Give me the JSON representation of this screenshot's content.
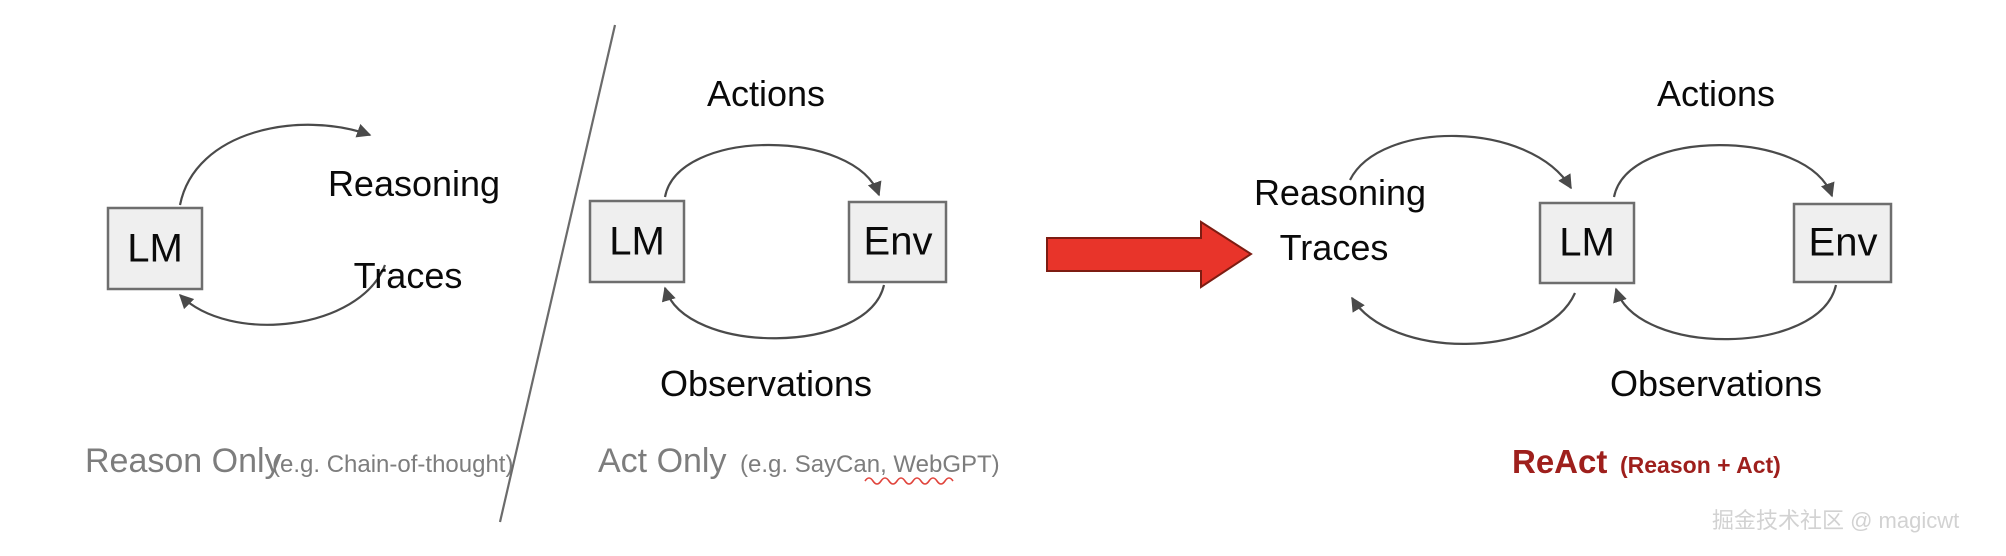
{
  "diagram": {
    "title": "ReAct: Synergizing Reasoning and Acting in Language Models",
    "colors": {
      "box_fill": "#efefef",
      "box_stroke": "#6e6e6e",
      "arc_stroke": "#4a4a4a",
      "caption_gray": "#7d7d7d",
      "react_red": "#9e1f1c",
      "big_arrow_red": "#e8342a",
      "big_arrow_red_stroke": "#7d1c12",
      "spellcheck_red": "#e0443c",
      "watermark_gray": "#d2d2d2"
    },
    "panels": [
      {
        "id": "reason-only",
        "nodes": [
          {
            "id": "lm",
            "label": "LM"
          }
        ],
        "edge_labels": [
          {
            "id": "reasoning-traces-line1",
            "text": "Reasoning"
          },
          {
            "id": "reasoning-traces-line2",
            "text": "Traces"
          }
        ],
        "caption_main": "Reason Only",
        "caption_sub": "(e.g. Chain-of-thought)"
      },
      {
        "id": "act-only",
        "nodes": [
          {
            "id": "lm",
            "label": "LM"
          },
          {
            "id": "env",
            "label": "Env"
          }
        ],
        "edge_labels": [
          {
            "id": "actions",
            "text": "Actions"
          },
          {
            "id": "observations",
            "text": "Observations"
          }
        ],
        "caption_main": "Act Only",
        "caption_sub": "(e.g. SayCan, WebGPT)"
      },
      {
        "id": "react",
        "nodes": [
          {
            "id": "lm",
            "label": "LM"
          },
          {
            "id": "env",
            "label": "Env"
          }
        ],
        "edge_labels": [
          {
            "id": "reasoning-traces-line1",
            "text": "Reasoning"
          },
          {
            "id": "reasoning-traces-line2",
            "text": "Traces"
          },
          {
            "id": "actions",
            "text": "Actions"
          },
          {
            "id": "observations",
            "text": "Observations"
          }
        ],
        "caption_main": "ReAct",
        "caption_sub": "(Reason + Act)"
      }
    ],
    "transition_arrow": {
      "name": "red-right-arrow",
      "direction": "right"
    },
    "watermark": "掘金技术社区 @ magicwt"
  }
}
